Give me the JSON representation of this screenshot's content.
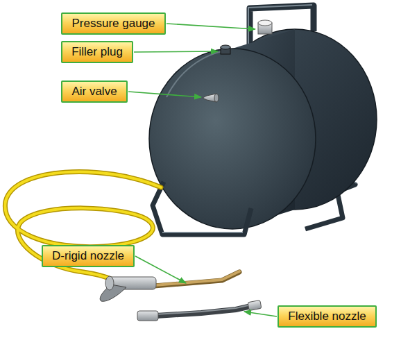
{
  "diagram": {
    "nodes": [
      {
        "text": [
          "Pressure gauge"
        ]
      },
      {
        "text": [
          "Filler plug"
        ]
      },
      {
        "text": [
          "Air valve"
        ]
      },
      {
        "text": [
          "D-rigid nozzle"
        ]
      },
      {
        "text": [
          "Flexible nozzle"
        ]
      }
    ]
  }
}
